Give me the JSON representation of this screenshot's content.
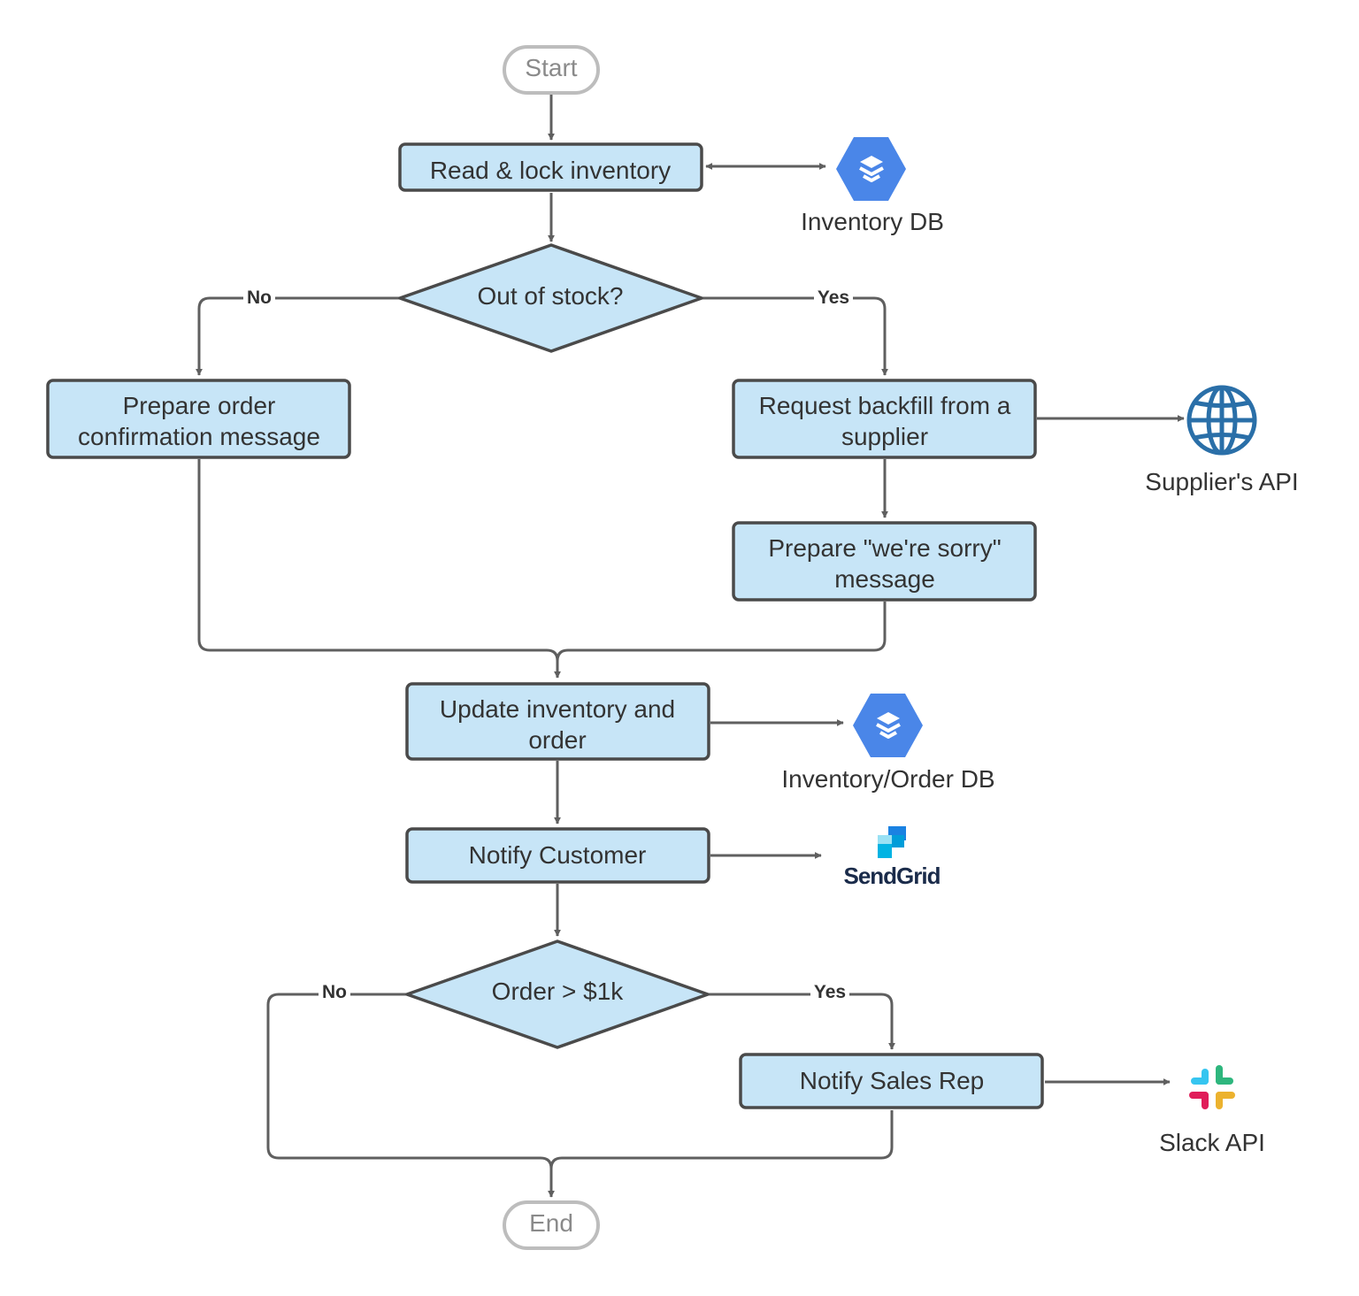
{
  "nodes": {
    "start": "Start",
    "read_lock": "Read & lock inventory",
    "out_of_stock": "Out of stock?",
    "prepare_confirmation": [
      "Prepare order",
      "confirmation message"
    ],
    "request_backfill": [
      "Request backfill from a",
      "supplier"
    ],
    "prepare_sorry": [
      "Prepare \"we're sorry\"",
      "message"
    ],
    "update_inventory": [
      "Update inventory and",
      "order"
    ],
    "notify_customer": "Notify Customer",
    "order_gt_1k": "Order > $1k",
    "notify_sales_rep": "Notify Sales Rep",
    "end": "End"
  },
  "edge_labels": {
    "stock_no": "No",
    "stock_yes": "Yes",
    "order_no": "No",
    "order_yes": "Yes"
  },
  "services": {
    "inventory_db": {
      "label": "Inventory DB",
      "icon": "cloud-datastore-icon",
      "color": "#4a86e8"
    },
    "supplier_api": {
      "label": "Supplier's API",
      "icon": "globe-icon",
      "color": "#2a6fa8"
    },
    "inventory_order_db": {
      "label": "Inventory/Order DB",
      "icon": "cloud-datastore-icon",
      "color": "#4a86e8"
    },
    "sendgrid": {
      "brand": "SendGrid",
      "icon": "sendgrid-logo"
    },
    "slack_api": {
      "label": "Slack API",
      "icon": "slack-logo"
    }
  },
  "colors": {
    "process_fill": "#c7e5f7",
    "process_stroke": "#4a4a4a",
    "terminator_stroke": "#bdbdbd",
    "connector": "#5f5f5f"
  }
}
